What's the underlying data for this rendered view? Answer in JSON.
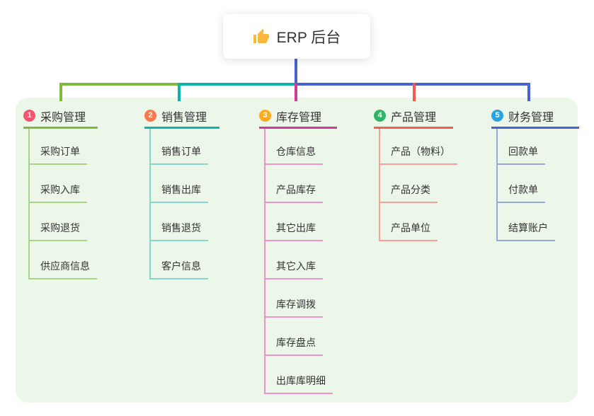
{
  "root": {
    "label": "ERP 后台",
    "icon": "thumbs-up",
    "line_color": "#4763d2"
  },
  "panel": {
    "background": "#edf7e9"
  },
  "branches": [
    {
      "num": "1",
      "label": "采购管理",
      "badge_color": "#f4546c",
      "line_color": "#7fba3f",
      "child_line_color": "#a8d585",
      "children": [
        "采购订单",
        "采购入库",
        "采购退货",
        "供应商信息"
      ]
    },
    {
      "num": "2",
      "label": "销售管理",
      "badge_color": "#f8794b",
      "line_color": "#0cb4ae",
      "child_line_color": "#85d6cf",
      "children": [
        "销售订单",
        "销售出库",
        "销售退货",
        "客户信息"
      ]
    },
    {
      "num": "3",
      "label": "库存管理",
      "badge_color": "#fbab1c",
      "line_color": "#d43a92",
      "child_line_color": "#ef94c6",
      "children": [
        "仓库信息",
        "产品库存",
        "其它出库",
        "其它入库",
        "库存调拨",
        "库存盘点",
        "出库库明细"
      ]
    },
    {
      "num": "4",
      "label": "产品管理",
      "badge_color": "#2eb567",
      "line_color": "#f25a52",
      "child_line_color": "#f6a09a",
      "children": [
        "产品（物料）",
        "产品分类",
        "产品单位"
      ]
    },
    {
      "num": "5",
      "label": "财务管理",
      "badge_color": "#2ba2e2",
      "line_color": "#4763d2",
      "child_line_color": "#97a8e2",
      "children": [
        "回款单",
        "付款单",
        "结算账户"
      ]
    }
  ]
}
